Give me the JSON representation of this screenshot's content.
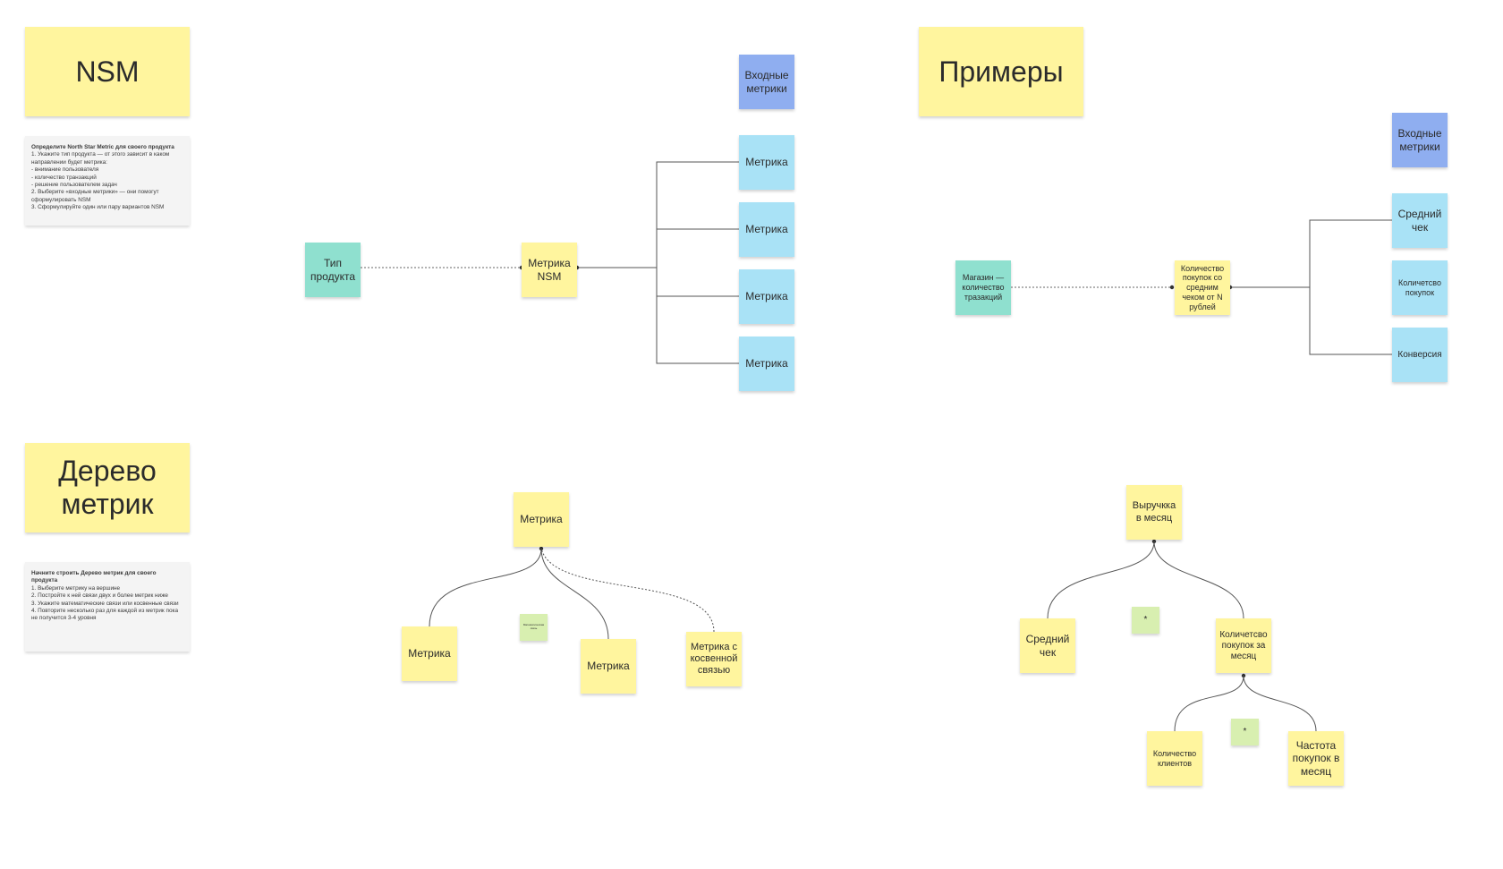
{
  "sections": {
    "nsm_title": "NSM",
    "examples_title": "Примеры",
    "tree_title": "Дерево метрик"
  },
  "nsm_instructions": {
    "heading": "Определите North Star Metric для своего продукта",
    "lines": [
      "1. Укажите тип продукта — от этого зависит в каком направлении будет метрика:",
      "- внимание пользователя",
      "- количество транзакций",
      "- решение пользователем задач",
      "2. Выберите «входные метрики» — они помогут сформулировать NSM",
      "3. Сформулируйте один или пару вариантов NSM"
    ]
  },
  "tree_instructions": {
    "heading": "Начните строить Дерево метрик для своего продукта",
    "lines": [
      "1. Выберите метрику на вершине",
      "2. Постройте к ней связи двух и более метрик ниже",
      "3. Укажите математические связи или косвенные связи",
      "4. Повторите несколько раз для каждой из метрик пока не получится 3-4 уровня"
    ]
  },
  "nsm_diagram": {
    "product_type": "Тип продукта",
    "nsm_metric": "Метрика NSM",
    "input_header": "Входные метрики",
    "inputs": [
      "Метрика",
      "Метрика",
      "Метрика",
      "Метрика"
    ]
  },
  "nsm_example": {
    "product_type": "Магазин — количество тразакций",
    "nsm_metric": "Количество покупок со средним чеком от N рублей",
    "input_header": "Входные метрики",
    "inputs": [
      "Средний чек",
      "Количетсво покупок",
      "Конверсия"
    ]
  },
  "tree_template": {
    "root": "Метрика",
    "children": [
      "Метрика",
      "Метрика",
      "Метрика с косвенной связью"
    ],
    "operator_note": "Математическая связь"
  },
  "tree_example": {
    "root": "Выручкка в месяц",
    "level2": [
      "Средний чек",
      "Количетсво покупок за месяц"
    ],
    "level2_operator": "*",
    "level3": [
      "Количество клиентов",
      "Частота покупок в месяц"
    ],
    "level3_operator": "*"
  },
  "colors": {
    "yellow": "#fff59e",
    "teal": "#8fe0cf",
    "cyan": "#a9e2f6",
    "blue": "#8faef0",
    "green": "#d8efb0",
    "line": "#555555"
  }
}
